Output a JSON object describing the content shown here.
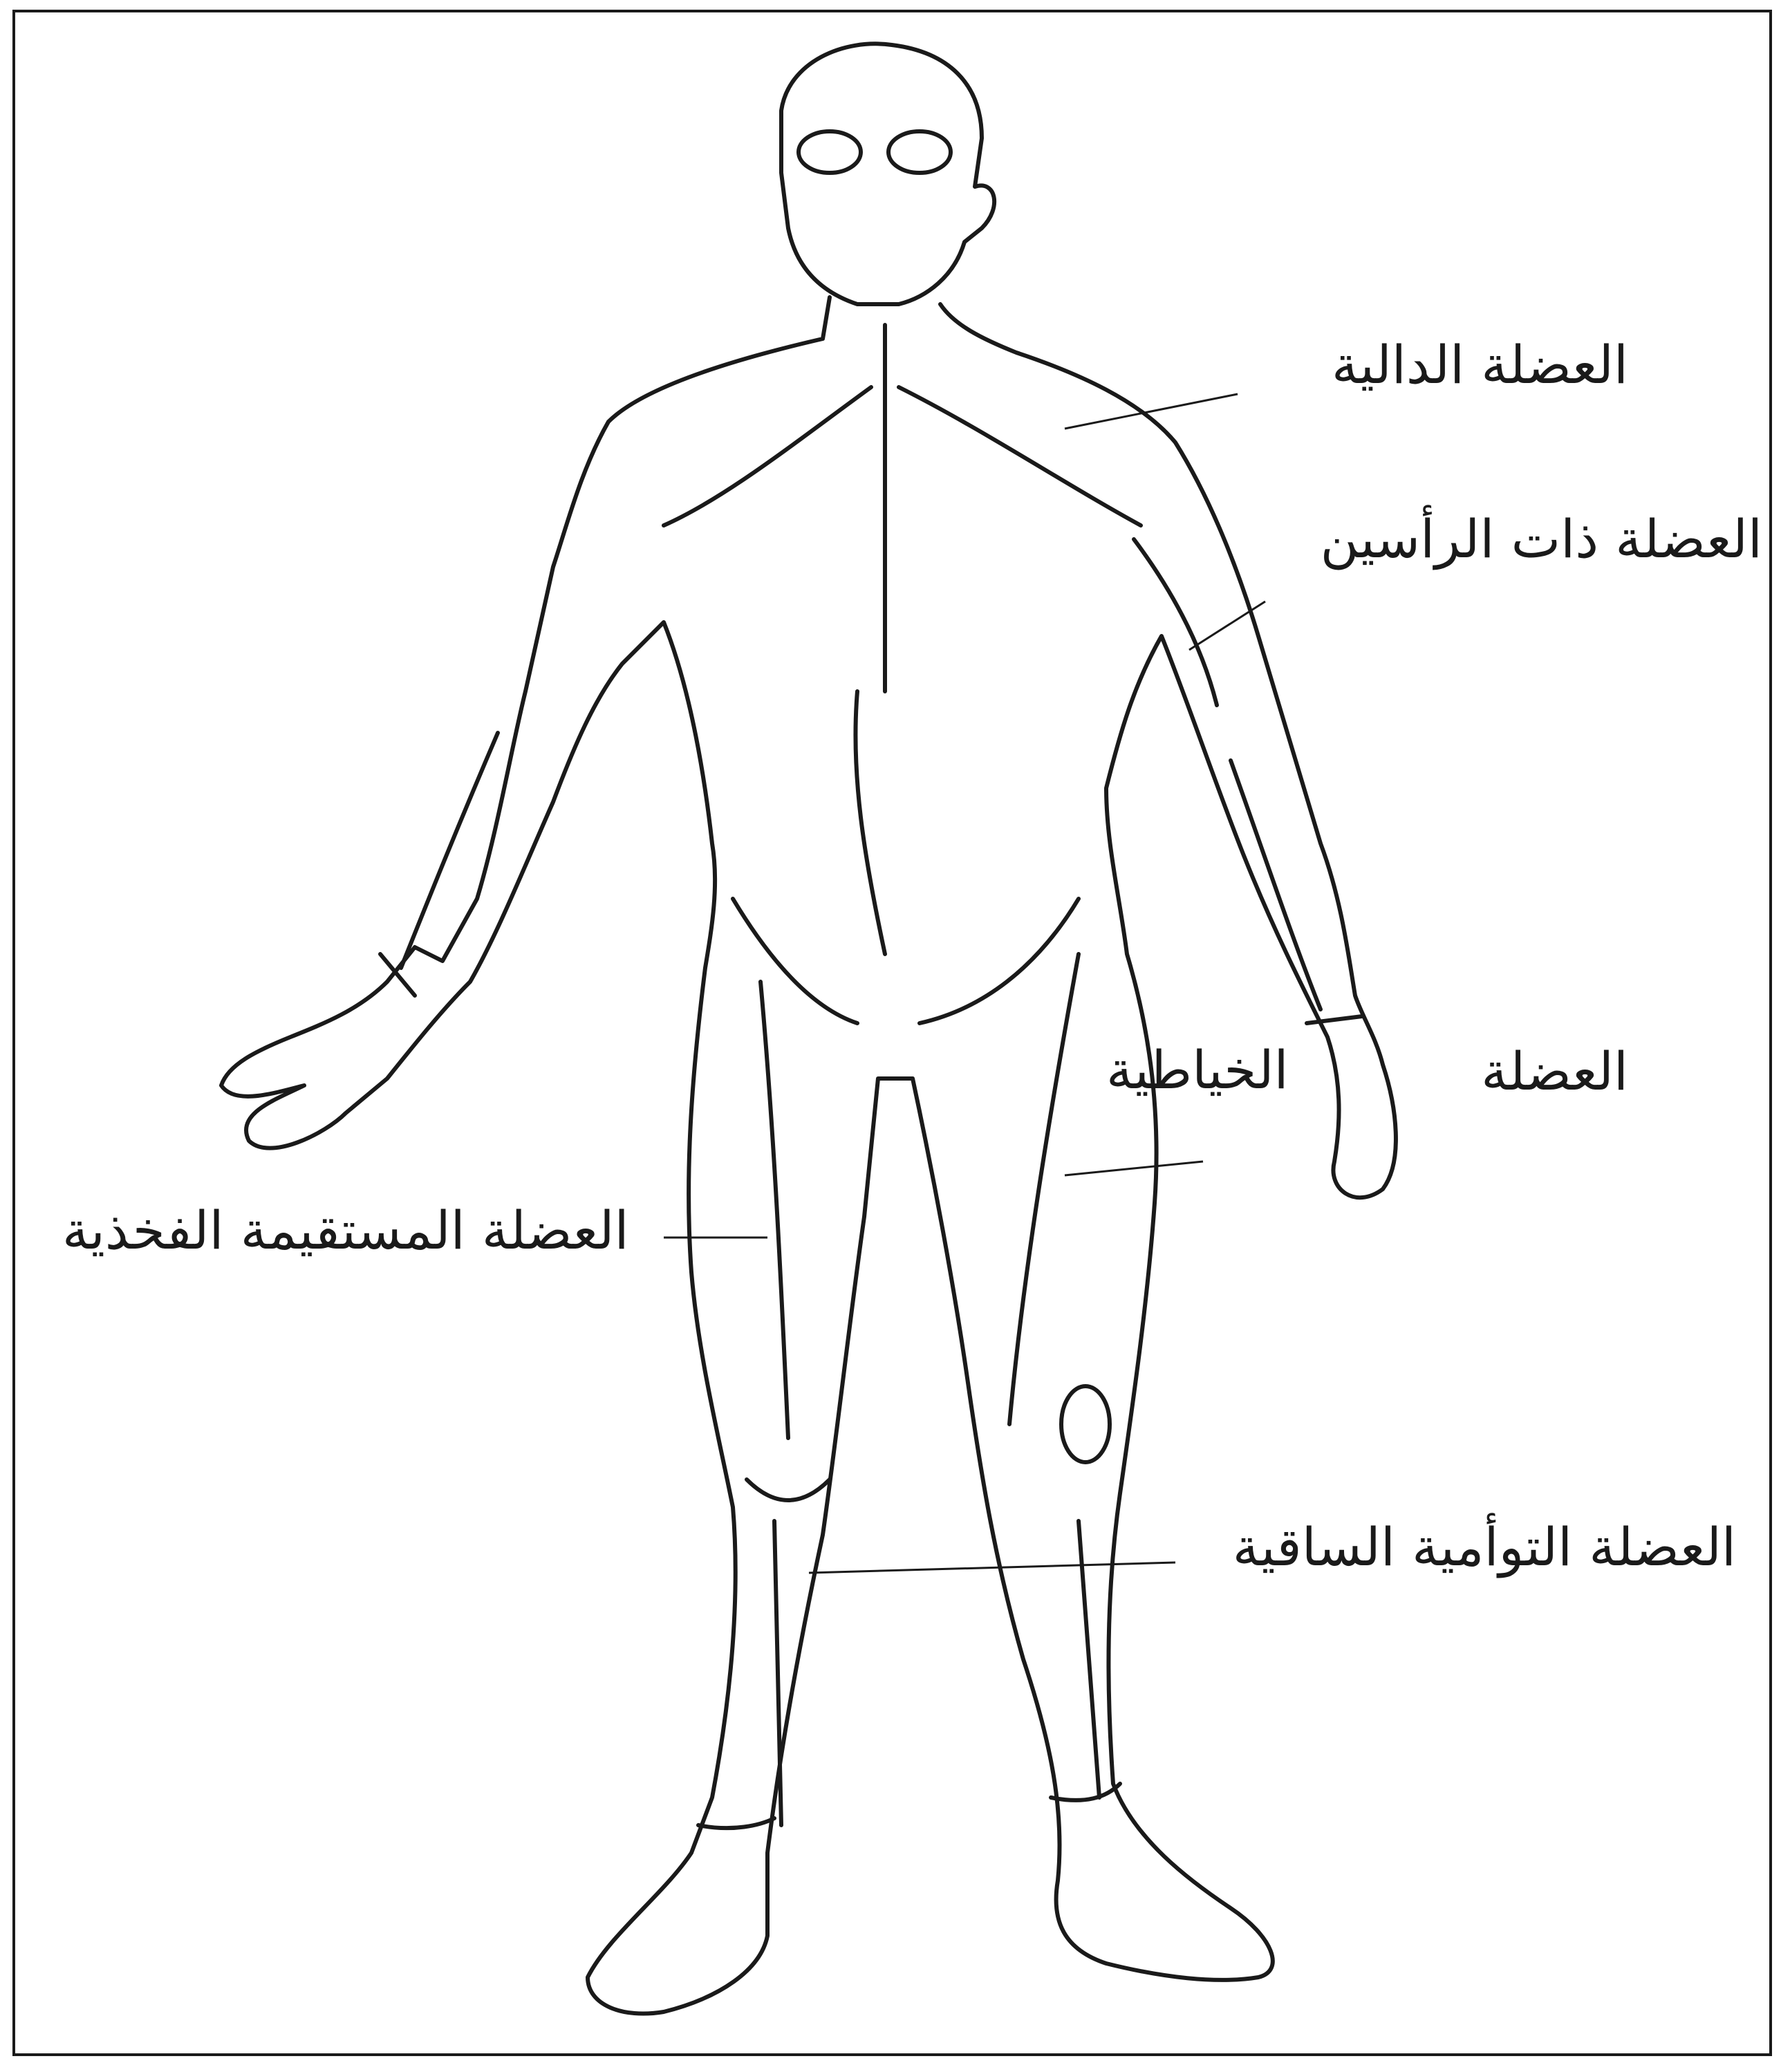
{
  "labels": {
    "deltoid": "العضلة الدالية",
    "biceps": "العضلة ذات الرأسين",
    "sartorius_a": "العضلة",
    "sartorius_b": "الخياطية",
    "rectus_femoris": "العضلة المستقيمة الفخذية",
    "gastrocnemius": "العضلة التوأمية الساقية"
  },
  "colors": {
    "ink": "#1a1a1a",
    "background": "#ffffff"
  }
}
